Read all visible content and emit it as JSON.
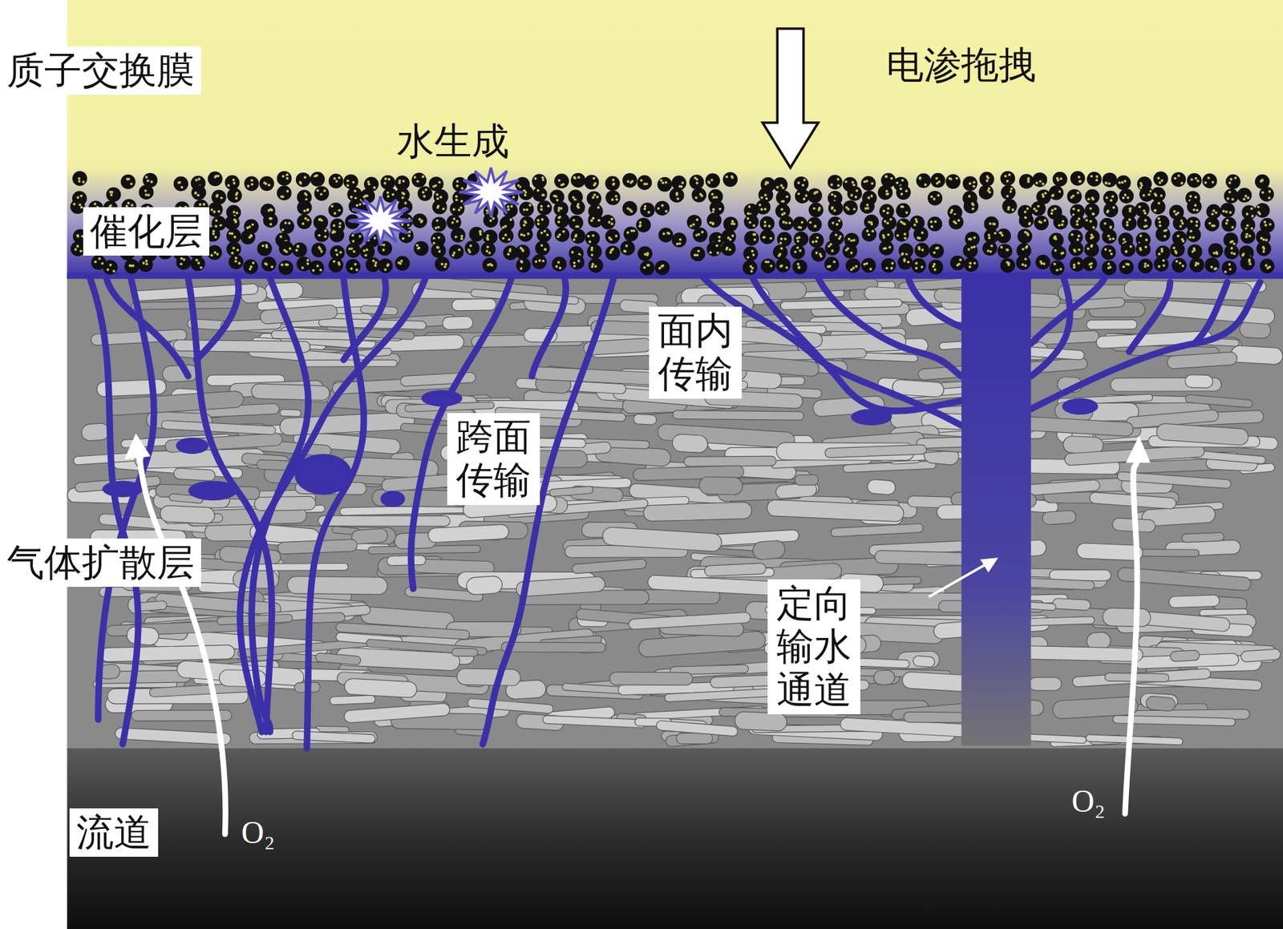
{
  "diagram": {
    "nodes": [
      {
        "text": [
          "质子交换膜"
        ]
      },
      {
        "text": [
          "催化层"
        ]
      },
      {
        "text": [
          "气体扩散层"
        ]
      },
      {
        "text": [
          "流道"
        ]
      }
    ],
    "labels": [
      "电渗拖拽",
      "水生成",
      "面内 传输",
      "跨面 传输",
      "定向 输水 通道",
      "O₂",
      "O₂"
    ]
  }
}
